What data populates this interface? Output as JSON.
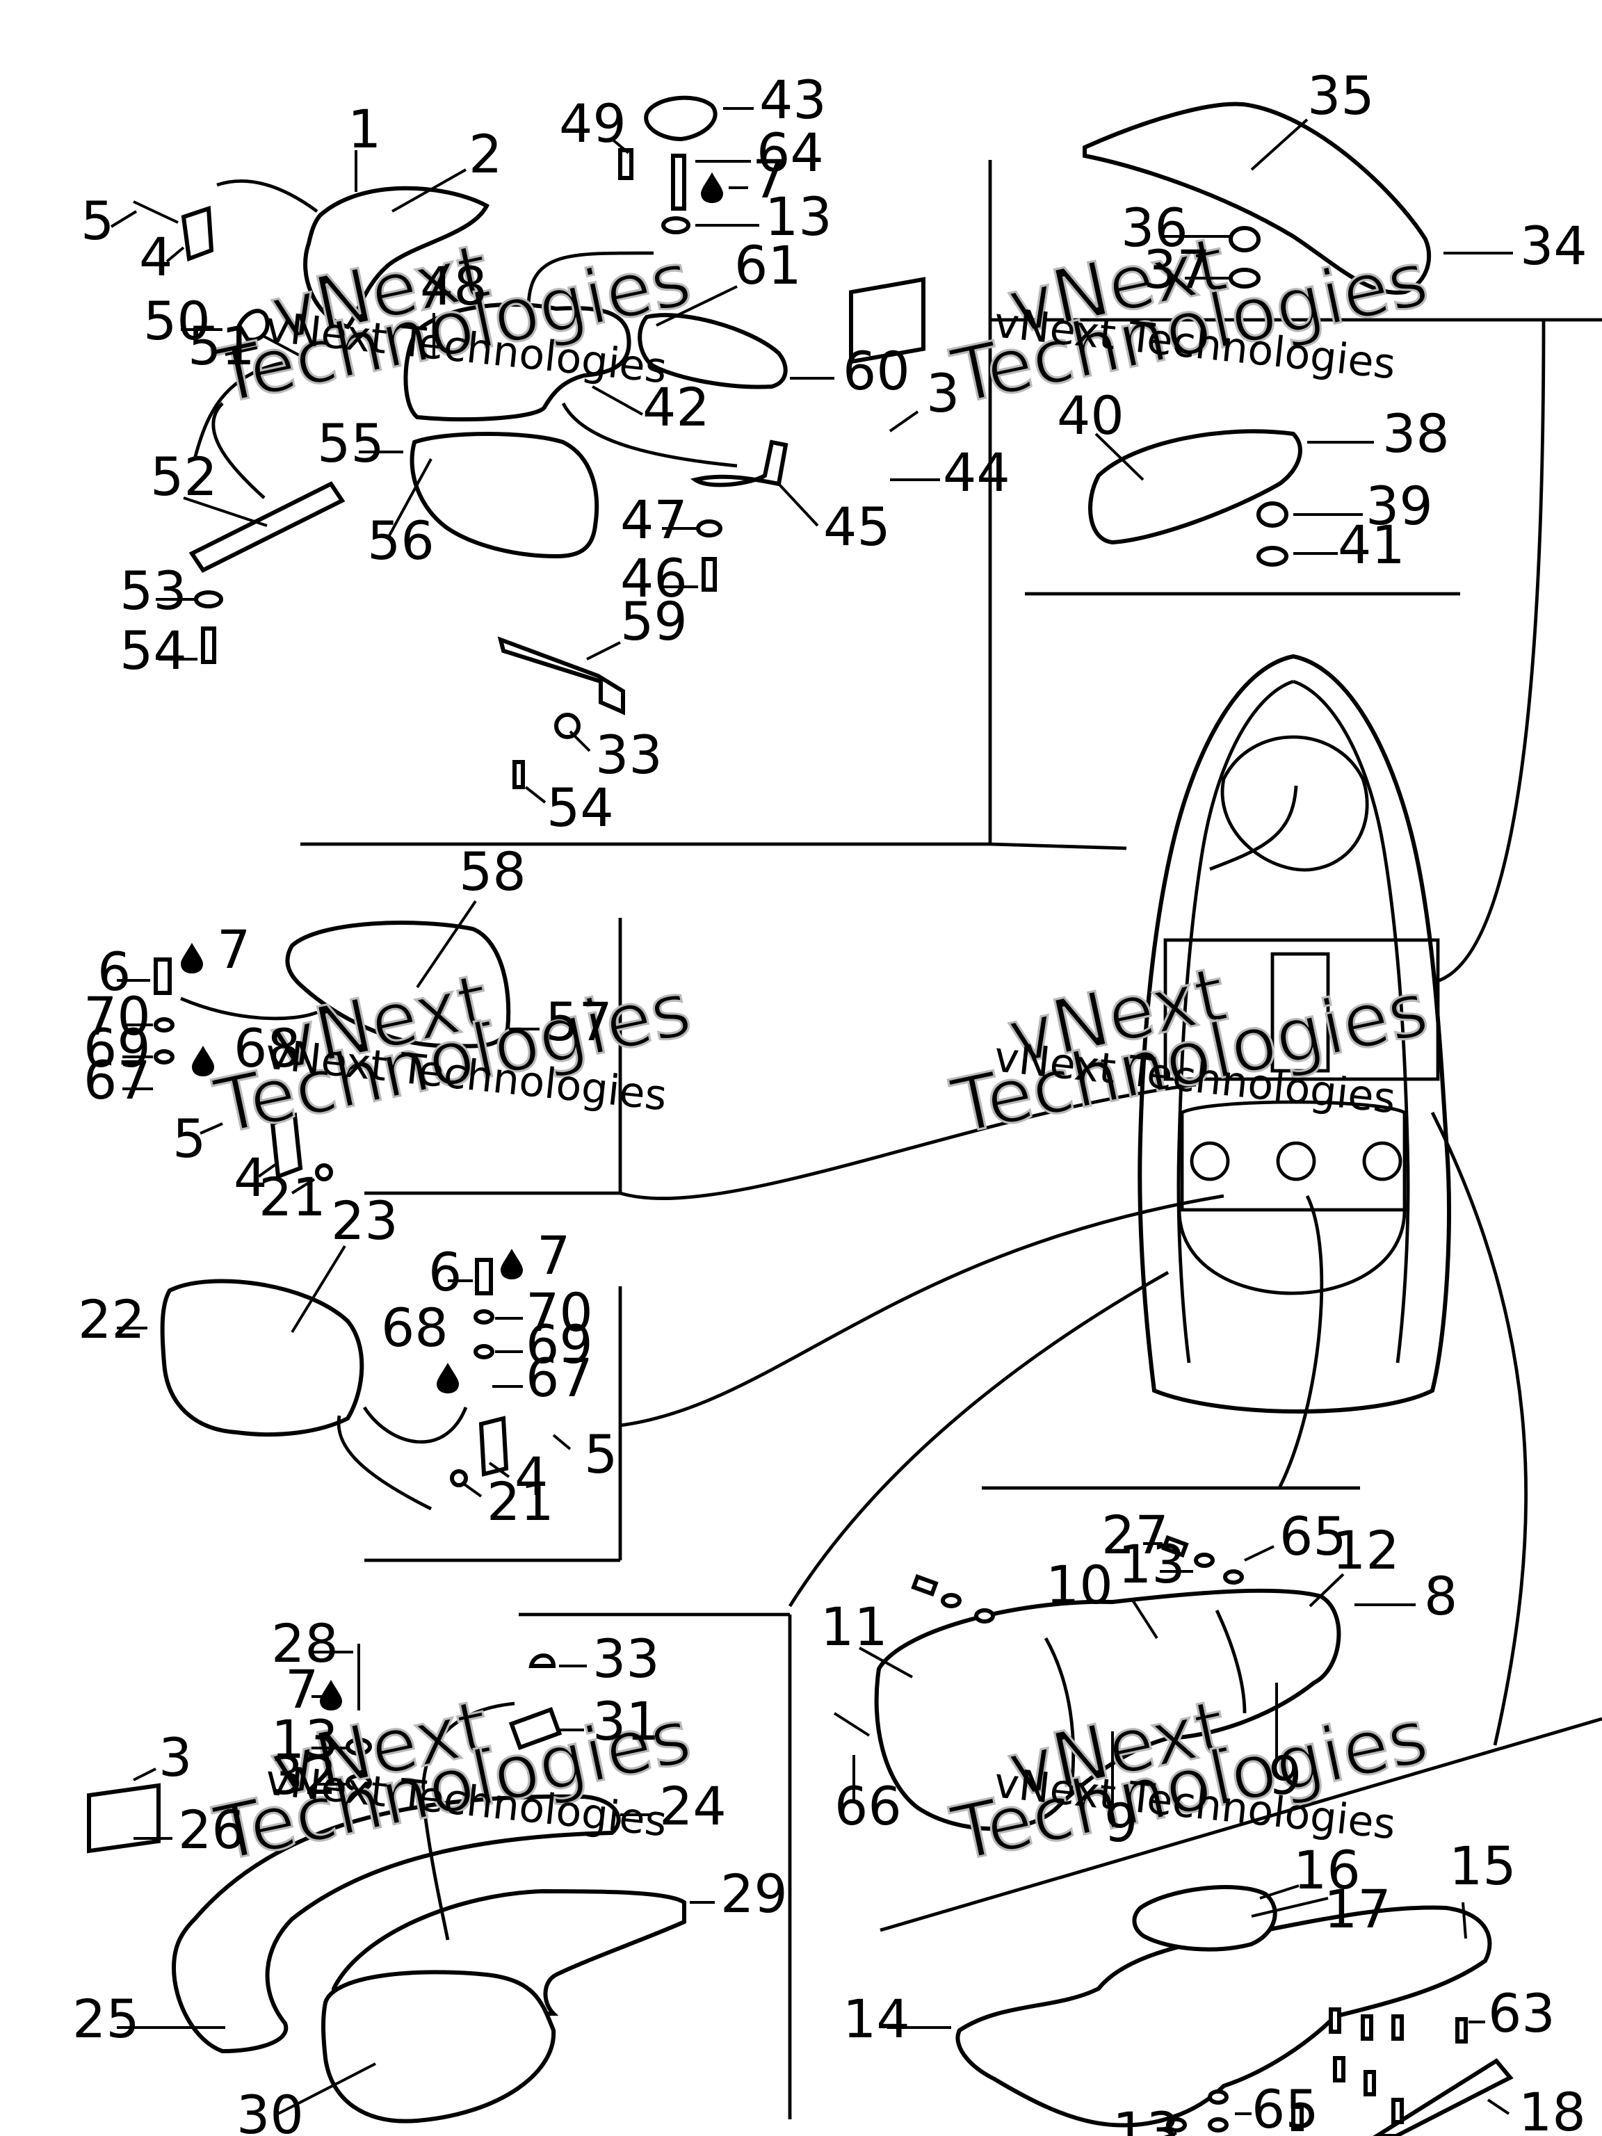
{
  "watermark": {
    "line1": "vNext",
    "line2": "Technologies",
    "small": "vNext Technologies"
  },
  "callouts": {
    "c1": "1",
    "c2": "2",
    "c3a": "3",
    "c3b": "3",
    "c4a": "4",
    "c4b": "4",
    "c4c": "4",
    "c5a": "5",
    "c5b": "5",
    "c5c": "5",
    "c6a": "6",
    "c6b": "6",
    "c7a": "7",
    "c7b": "7",
    "c7c": "7",
    "c7d": "7",
    "c8": "8",
    "c9a": "9",
    "c9b": "9",
    "c10": "10",
    "c11": "11",
    "c12": "12",
    "c13a": "13",
    "c13b": "13",
    "c13c": "13",
    "c13d": "13",
    "c14": "14",
    "c15": "15",
    "c16": "16",
    "c17": "17",
    "c18": "18",
    "c21a": "21",
    "c21b": "21",
    "c22": "22",
    "c23": "23",
    "c24": "24",
    "c25": "25",
    "c26": "26",
    "c27": "27",
    "c28": "28",
    "c29": "29",
    "c30": "30",
    "c31": "31",
    "c32": "32",
    "c33a": "33",
    "c33b": "33",
    "c34": "34",
    "c35": "35",
    "c36": "36",
    "c37": "37",
    "c38": "38",
    "c39": "39",
    "c40": "40",
    "c41": "41",
    "c42": "42",
    "c43": "43",
    "c44": "44",
    "c45": "45",
    "c46": "46",
    "c47": "47",
    "c48": "48",
    "c49": "49",
    "c50": "50",
    "c51": "51",
    "c52": "52",
    "c53": "53",
    "c54a": "54",
    "c54b": "54",
    "c55": "55",
    "c56": "56",
    "c57": "57",
    "c58": "58",
    "c59": "59",
    "c60": "60",
    "c61": "61",
    "c63": "63",
    "c64": "64",
    "c65a": "65",
    "c65b": "65",
    "c66": "66",
    "c67a": "67",
    "c67b": "67",
    "c68a": "68",
    "c68b": "68",
    "c69a": "69",
    "c69b": "69",
    "c70a": "70",
    "c70b": "70"
  }
}
